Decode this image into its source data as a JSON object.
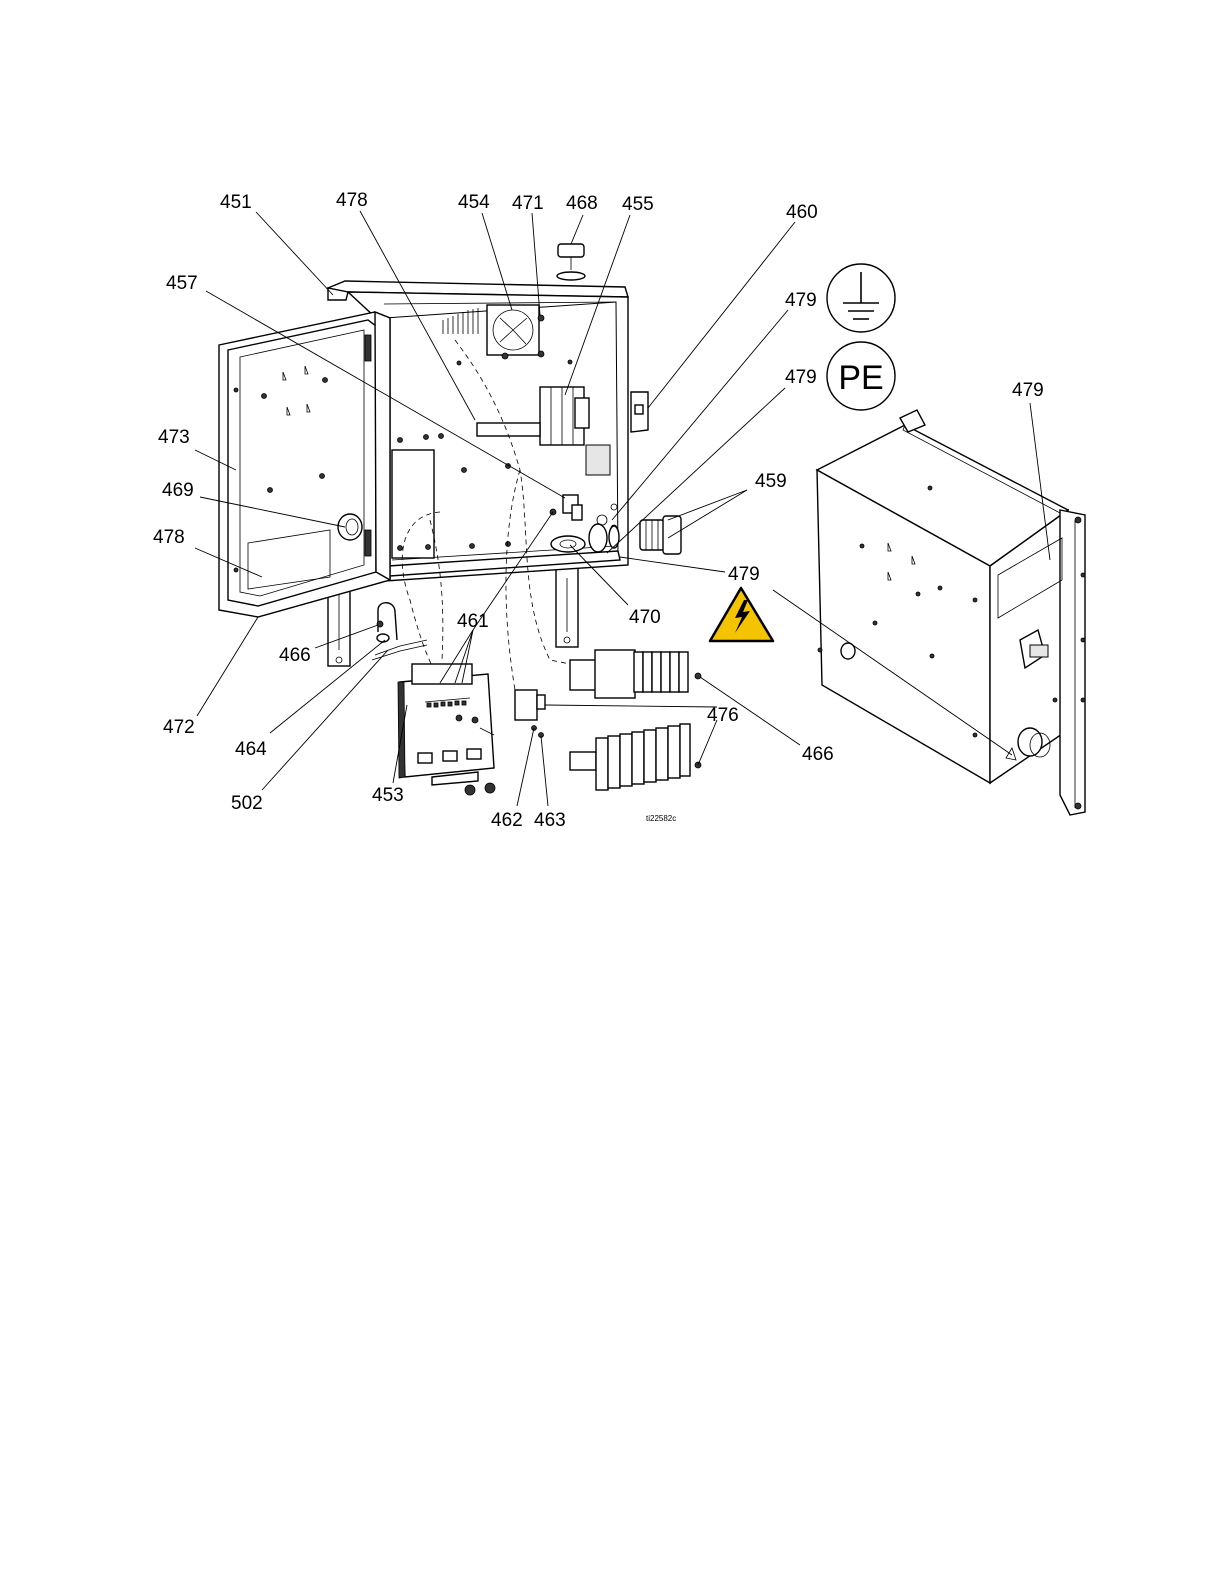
{
  "callouts": {
    "c451": "451",
    "c478a": "478",
    "c454": "454",
    "c471": "471",
    "c468": "468",
    "c455": "455",
    "c460": "460",
    "c457": "457",
    "c479a": "479",
    "c479b": "479",
    "c479c": "479",
    "c473": "473",
    "c469": "469",
    "c478b": "478",
    "c459": "459",
    "c479d": "479",
    "c470": "470",
    "c461": "461",
    "c466a": "466",
    "c476": "476",
    "c472": "472",
    "c464": "464",
    "c466b": "466",
    "c453": "453",
    "c502": "502",
    "c462": "462",
    "c463": "463"
  },
  "symbols": {
    "pe_label": "PE",
    "ground_icon": "protective-earth-ground-icon",
    "warning_icon": "electrical-hazard-warning-icon",
    "warning_color": "#f5c400"
  },
  "reference_id": "ti22582c"
}
